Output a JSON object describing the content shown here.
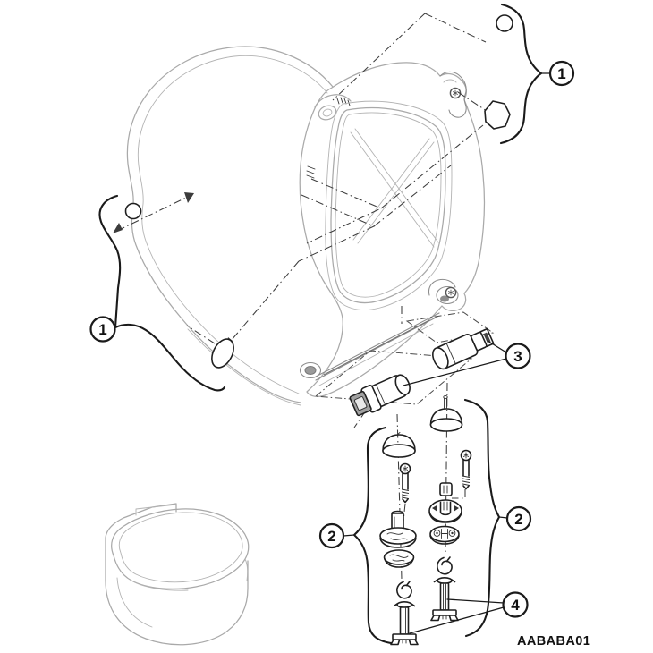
{
  "diagram": {
    "code": "AABABA01",
    "callouts": {
      "c1_right": "1",
      "c1_left": "1",
      "c2_left": "2",
      "c2_right": "2",
      "c3": "3",
      "c4": "4"
    }
  },
  "colors": {
    "background": "#ffffff",
    "line_art": "#a9a9a9",
    "hardware": "#1f1f1f",
    "guide": "#3c3c3c"
  }
}
